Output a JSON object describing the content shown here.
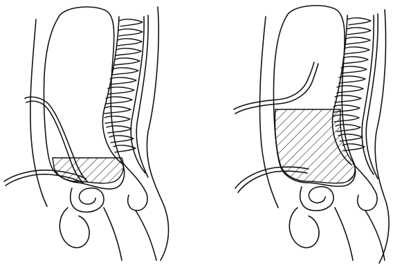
{
  "figure": {
    "panels": [
      {
        "id": "left",
        "hatched_region": "small-shallow"
      },
      {
        "id": "right",
        "hatched_region": "large-deep"
      }
    ],
    "colors": {
      "ink": "#111111",
      "paper": "#ffffff"
    }
  }
}
